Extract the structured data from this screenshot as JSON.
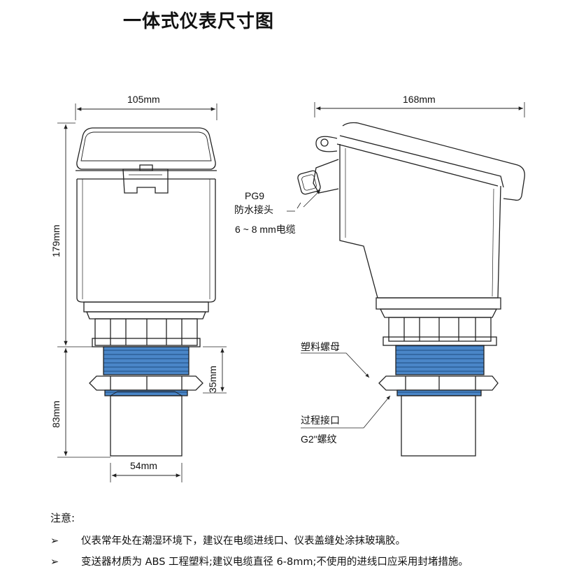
{
  "title": "一体式仪表尺寸图",
  "dimensions": {
    "front_width": "105mm",
    "front_height": "179mm",
    "thread_height": "35mm",
    "lower_height": "83mm",
    "bottom_width": "54mm",
    "side_width": "168mm"
  },
  "callouts": {
    "pg9_line1": "PG9",
    "pg9_line2": "防水接头",
    "cable_range": "6 ~ 8 mm电缆",
    "nut": "塑料螺母",
    "process": "过程接口",
    "thread": "G2\"螺纹"
  },
  "notes": {
    "heading": "注意:",
    "bullet": "➢",
    "items": [
      "仪表常年处在潮湿环境下，建议在电缆进线口、仪表盖缝处涂抹玻璃胶。",
      "变送器材质为 ABS 工程塑料;建议电缆直径 6-8mm;不使用的进线口应采用封堵措施。"
    ]
  },
  "colors": {
    "thread_blue": "#4a86c8",
    "line": "#222222"
  }
}
